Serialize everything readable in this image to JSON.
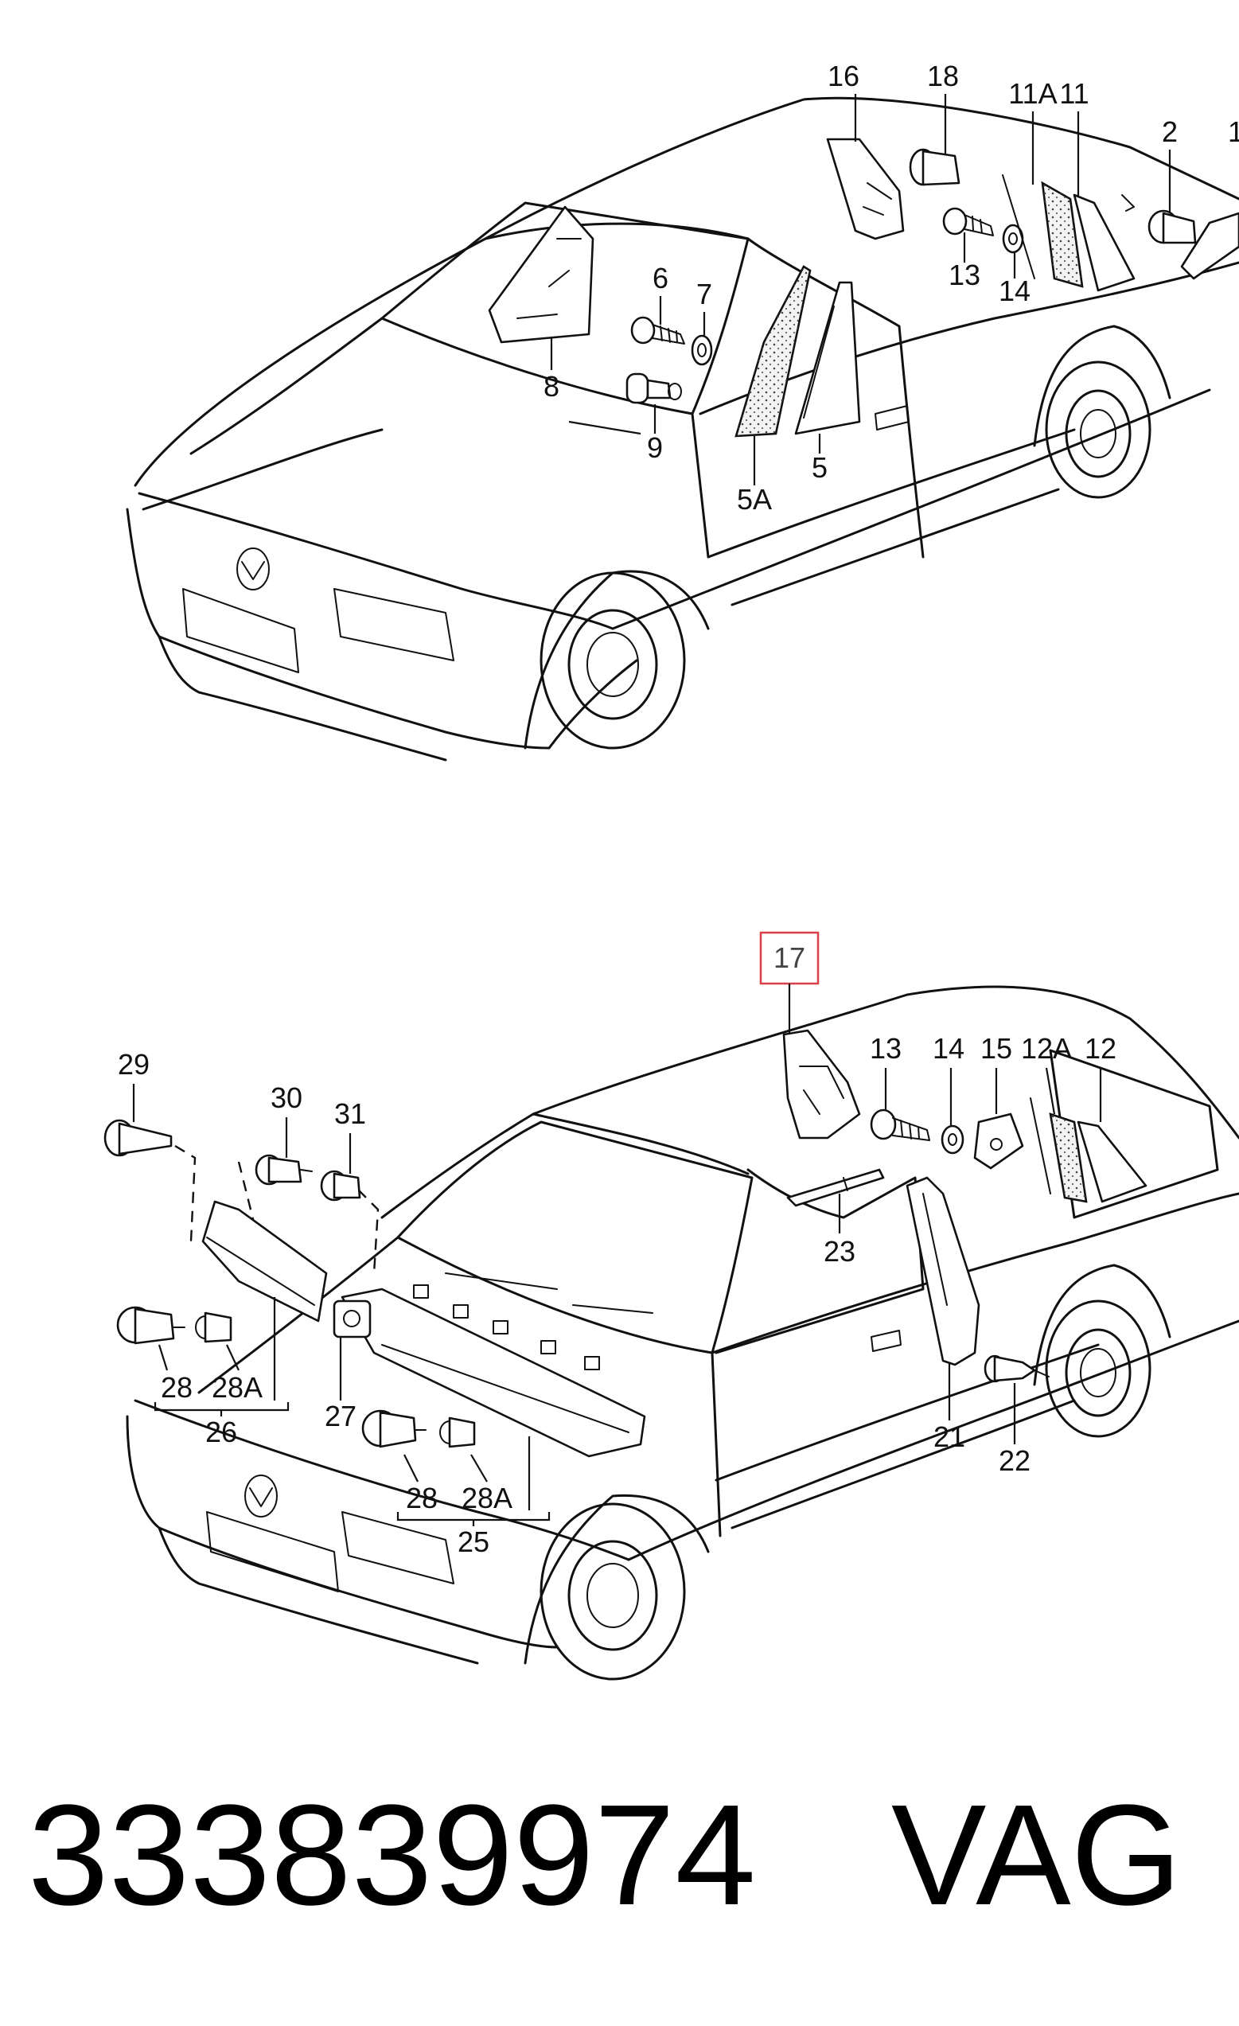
{
  "diagram": {
    "top_callouts": [
      "16",
      "18",
      "11A",
      "11",
      "2",
      "1",
      "6",
      "7",
      "13",
      "14",
      "8",
      "9",
      "5",
      "5A"
    ],
    "bottom_callouts": [
      "17",
      "29",
      "30",
      "31",
      "13",
      "14",
      "15",
      "12A",
      "12",
      "23",
      "28",
      "28A",
      "26",
      "27",
      "28",
      "28A",
      "25",
      "21",
      "22"
    ],
    "highlighted_part": "17"
  },
  "footer": {
    "part_number": "333839974",
    "brand": "VAG"
  }
}
